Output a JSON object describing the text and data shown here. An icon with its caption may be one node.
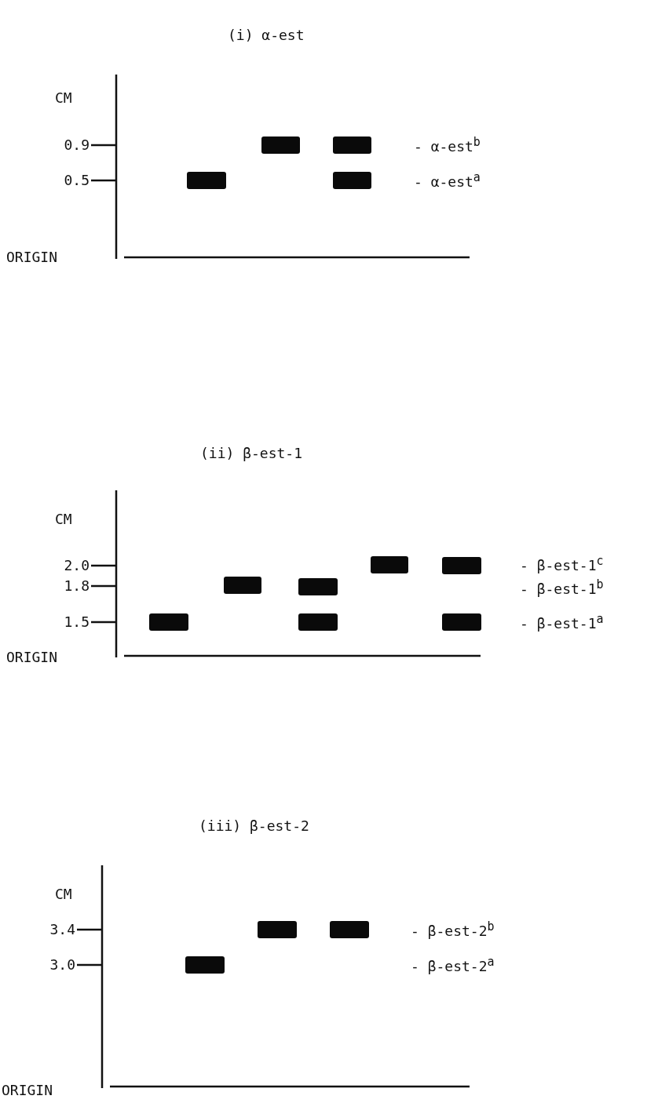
{
  "diagram": {
    "labels": [
      "(i) α-est",
      "CM",
      "0.9",
      "- α-est$^{b}$",
      "0.5",
      "- α-est$^{a}$",
      "ORIGIN",
      "(ii) β-est-1",
      "CM",
      "2.0",
      "- β-est-1$^{c}$",
      "1.8",
      "- β-est-1$^{b}$",
      "1.5",
      "- β-est-1$^{a}$",
      "ORIGIN",
      "(iii) β-est-2",
      "CM",
      "3.4",
      "- β-est-2$^{b}$",
      "3.0",
      "- β-est-2$^{a}$",
      "ORIGIN"
    ]
  }
}
